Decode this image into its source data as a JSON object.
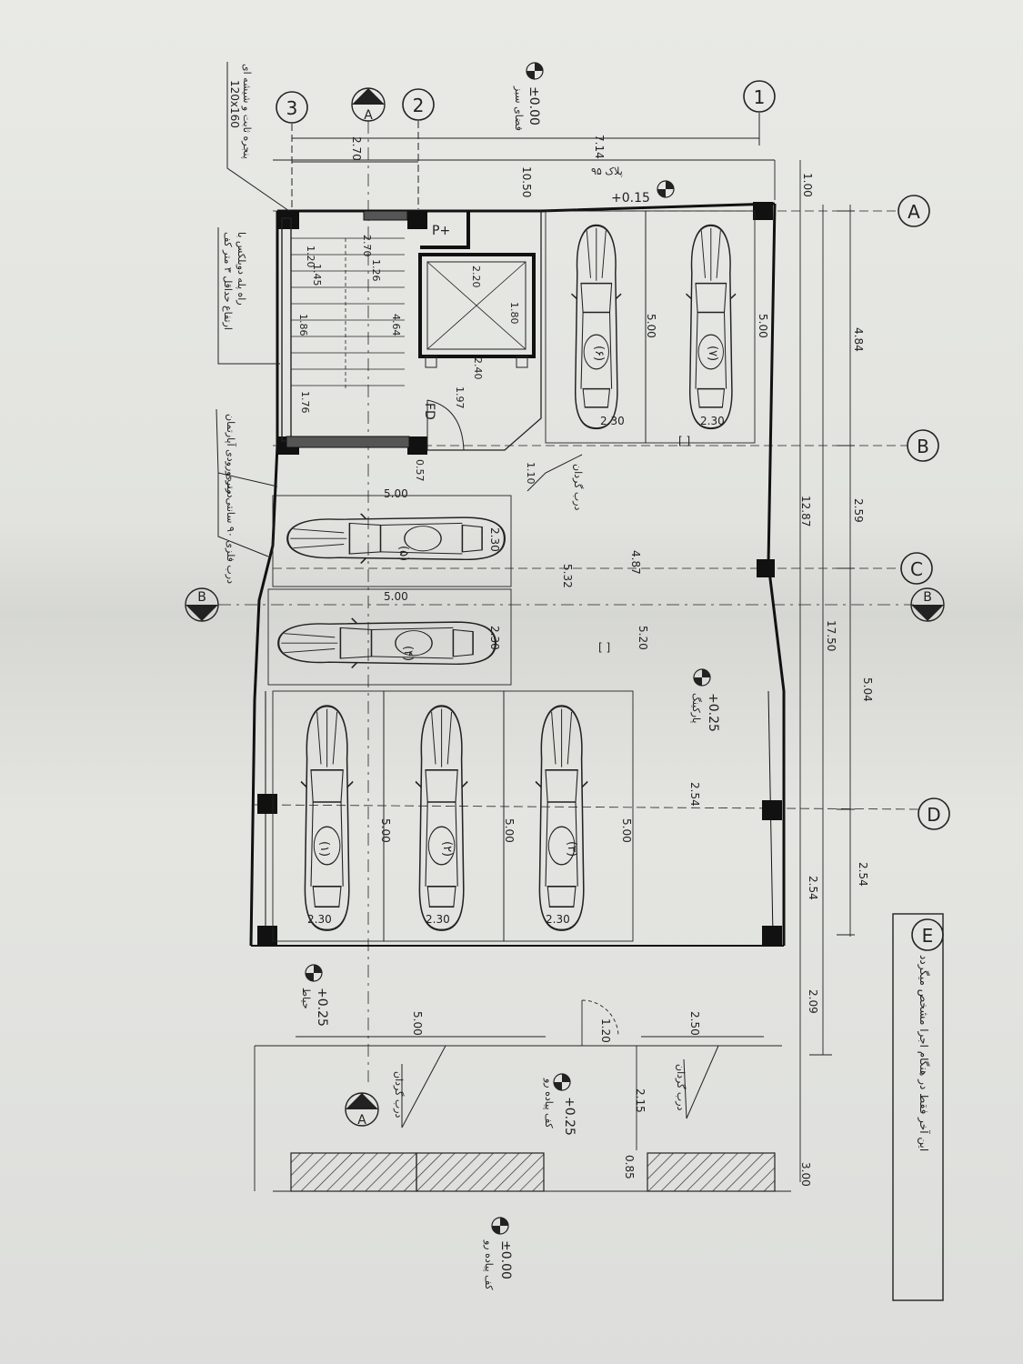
{
  "colors": {
    "ink": "#222222",
    "paper": "#e6e7e3",
    "wall_fill": "#111111",
    "hatch": "#333333"
  },
  "grid_top": [
    "1",
    "2",
    "3"
  ],
  "grid_side": [
    "A",
    "B",
    "C",
    "D",
    "E"
  ],
  "section_markers": [
    "A",
    "B"
  ],
  "top_dims": {
    "d1": "7.14",
    "d2": "2.70",
    "d3": "10.50",
    "d4": "1.00"
  },
  "right_dims": {
    "r1": "4.84",
    "r2": "2.59",
    "r3": "5.04",
    "r4": "2.54",
    "r5": "2.09",
    "r6": "3.00",
    "r7": "12.87",
    "r8": "17.50",
    "r9": "2.54",
    "r10": "0.85"
  },
  "levels": {
    "lv1": "±0.00",
    "lv1_label": "فضای سبز",
    "lv2": "+0.15",
    "lv2_label": "۹۵ پلاک",
    "lv3": "+0.25",
    "lv3_label": "پارکینگ",
    "lv4": "+0.25",
    "lv4_label": "حیاط",
    "lv5": "+0.25",
    "lv5_label": "کف پیاده رو",
    "lv6": "±0.00",
    "lv6_label": "کف پیاده رو"
  },
  "notes": {
    "n1_l1": "پنجره ثابت و شیشه ای",
    "n1_l2": "120x160",
    "n2_l1": "راه پله دوبلکس با",
    "n2_l2": "ارتفاع حداقل ۳ متر کف",
    "n3": "درب ورودی آپارتمان",
    "n4": "درب فلزی ۹۰ سانتی متری",
    "n5": "درب گردان",
    "n6": "درب گردان",
    "n7": "درب گردان",
    "n8_l1": "این آخر فقط در هنگام اجرا مشخص میگردد"
  },
  "stair_dims": {
    "s1": "2.70",
    "s2": "1.20",
    "s3": "1.26",
    "s4": "1.45",
    "s5": "1.86",
    "s6": "4.64",
    "s7": "1.76",
    "s8": "0.57",
    "s9": "1.97",
    "s10": "2.40",
    "s11": "2.20",
    "s12": "1.80",
    "s13": "1.10"
  },
  "room_labels": {
    "pplus": "P+",
    "fd": "FD",
    "pm1": "[  ]",
    "pm2": "[  ]"
  },
  "cars": [
    {
      "num": "(۱)",
      "w": "2.30",
      "l": "5.00"
    },
    {
      "num": "(۲)",
      "w": "2.30",
      "l": "5.00"
    },
    {
      "num": "(۳)",
      "w": "2.30",
      "l": "5.00"
    },
    {
      "num": "(۴)",
      "w": "2.30",
      "l": "5.00"
    },
    {
      "num": "(۵)",
      "w": "2.30",
      "l": "5.00"
    },
    {
      "num": "(۶)",
      "w": "2.30",
      "l": "5.00"
    },
    {
      "num": "(۷)",
      "w": "2.30",
      "l": "5.00"
    }
  ],
  "misc_dims": {
    "m1": "4.87",
    "m2": "5.32",
    "m3": "5.20",
    "m4": "2.54",
    "m5": "5.00",
    "m6": "1.20",
    "m7": "2.50",
    "m8": "2.15"
  }
}
